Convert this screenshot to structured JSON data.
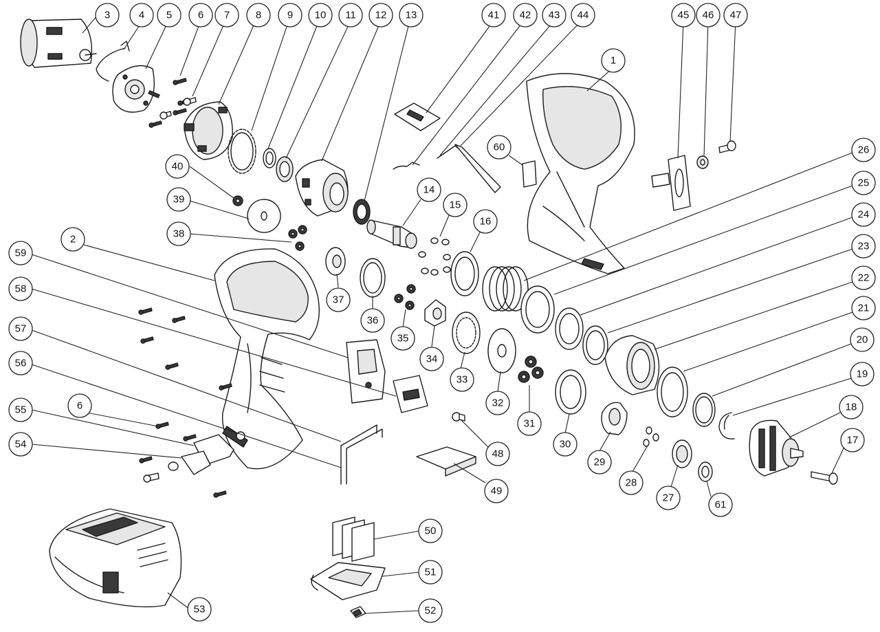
{
  "colors": {
    "line": "#1a1a1a",
    "background": "#ffffff",
    "callout_fill": "#ffffff"
  },
  "callouts": [
    {
      "id": "c1",
      "label": "1"
    },
    {
      "id": "c2",
      "label": "2"
    },
    {
      "id": "c3",
      "label": "3"
    },
    {
      "id": "c4",
      "label": "4"
    },
    {
      "id": "c5",
      "label": "5"
    },
    {
      "id": "c6a",
      "label": "6"
    },
    {
      "id": "c6b",
      "label": "6"
    },
    {
      "id": "c7",
      "label": "7"
    },
    {
      "id": "c8",
      "label": "8"
    },
    {
      "id": "c9",
      "label": "9"
    },
    {
      "id": "c10",
      "label": "10"
    },
    {
      "id": "c11",
      "label": "11"
    },
    {
      "id": "c12",
      "label": "12"
    },
    {
      "id": "c13",
      "label": "13"
    },
    {
      "id": "c14",
      "label": "14"
    },
    {
      "id": "c15",
      "label": "15"
    },
    {
      "id": "c16",
      "label": "16"
    },
    {
      "id": "c17",
      "label": "17"
    },
    {
      "id": "c18",
      "label": "18"
    },
    {
      "id": "c19",
      "label": "19"
    },
    {
      "id": "c20",
      "label": "20"
    },
    {
      "id": "c21",
      "label": "21"
    },
    {
      "id": "c22",
      "label": "22"
    },
    {
      "id": "c23",
      "label": "23"
    },
    {
      "id": "c24",
      "label": "24"
    },
    {
      "id": "c25",
      "label": "25"
    },
    {
      "id": "c26",
      "label": "26"
    },
    {
      "id": "c27",
      "label": "27"
    },
    {
      "id": "c28",
      "label": "28"
    },
    {
      "id": "c29",
      "label": "29"
    },
    {
      "id": "c30",
      "label": "30"
    },
    {
      "id": "c31",
      "label": "31"
    },
    {
      "id": "c32",
      "label": "32"
    },
    {
      "id": "c33",
      "label": "33"
    },
    {
      "id": "c34",
      "label": "34"
    },
    {
      "id": "c35",
      "label": "35"
    },
    {
      "id": "c36",
      "label": "36"
    },
    {
      "id": "c37",
      "label": "37"
    },
    {
      "id": "c38",
      "label": "38"
    },
    {
      "id": "c39",
      "label": "39"
    },
    {
      "id": "c40",
      "label": "40"
    },
    {
      "id": "c41",
      "label": "41"
    },
    {
      "id": "c42",
      "label": "42"
    },
    {
      "id": "c43",
      "label": "43"
    },
    {
      "id": "c44",
      "label": "44"
    },
    {
      "id": "c45",
      "label": "45"
    },
    {
      "id": "c46",
      "label": "46"
    },
    {
      "id": "c47",
      "label": "47"
    },
    {
      "id": "c48",
      "label": "48"
    },
    {
      "id": "c49",
      "label": "49"
    },
    {
      "id": "c50",
      "label": "50"
    },
    {
      "id": "c51",
      "label": "51"
    },
    {
      "id": "c52",
      "label": "52"
    },
    {
      "id": "c53",
      "label": "53"
    },
    {
      "id": "c54",
      "label": "54"
    },
    {
      "id": "c55",
      "label": "55"
    },
    {
      "id": "c56",
      "label": "56"
    },
    {
      "id": "c57",
      "label": "57"
    },
    {
      "id": "c58",
      "label": "58"
    },
    {
      "id": "c59",
      "label": "59"
    },
    {
      "id": "c60",
      "label": "60"
    },
    {
      "id": "c61",
      "label": "61"
    }
  ]
}
